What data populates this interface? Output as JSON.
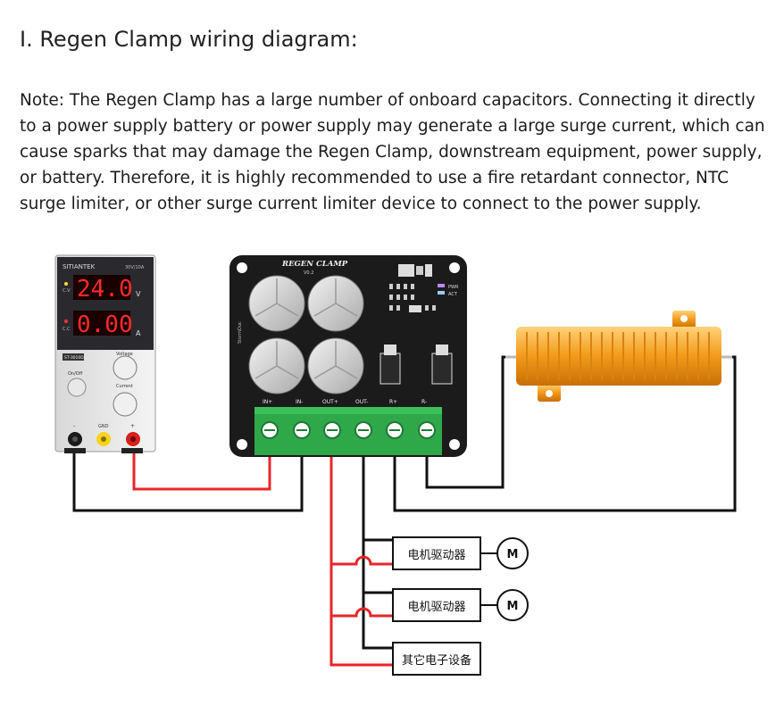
{
  "heading": "I. Regen Clamp wiring diagram:",
  "note": "Note: The Regen Clamp has a large number of onboard capacitors. Connecting it directly to a power supply battery or power supply may generate a large surge current, which can cause sparks that may damage the Regen Clamp, downstream equipment, power supply, or battery. Therefore, it is highly recommended to use a fire retardant connector, NTC surge limiter, or other surge current limiter device to connect to the power supply.",
  "power_supply": {
    "brand": "SITIANTEK",
    "rating": "30V/10A",
    "voltage_reading": "24.0",
    "voltage_unit": "V",
    "current_reading": "0.00",
    "current_unit": "A",
    "cv_label": "C.V",
    "cc_label": "C.C",
    "model": "ST-3010D",
    "voltage_knob_label": "Voltage",
    "current_knob_label": "Current",
    "power_label": "On/Off",
    "gnd_label": "GND",
    "minus_label": "-",
    "plus_label": "+"
  },
  "board": {
    "title": "REGEN CLAMP",
    "version": "V0.2",
    "maker": "StormDuc",
    "pwr_label": "PWR",
    "act_label": "ACT",
    "terminals": [
      "IN+",
      "IN-",
      "OUT+",
      "OUT-",
      "R+",
      "R-"
    ]
  },
  "loads": [
    {
      "label": "电机驱动器",
      "motor": "M"
    },
    {
      "label": "电机驱动器",
      "motor": "M"
    },
    {
      "label": "其它电子设备"
    }
  ],
  "colors": {
    "wire_red": "#e8262a",
    "wire_black": "#111111",
    "board": "#1b1b1b",
    "terminal_green": "#2fa84a",
    "resistor_gold": "#f29a1a",
    "display_red": "#ff2a2a"
  }
}
